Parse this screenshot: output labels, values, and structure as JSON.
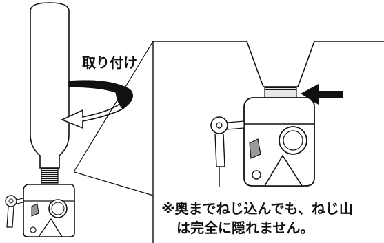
{
  "labels": {
    "attach": "取り付け",
    "note_line1": "※奥までねじ込んでも、ねじ山",
    "note_line2": "は完全に隠れません。"
  },
  "colors": {
    "ink": "#111111",
    "paper": "#ffffff"
  },
  "icons": {
    "rotation_arrow": "curved-rotation-arrow-icon",
    "push_arrow": "left-arrow-icon"
  }
}
